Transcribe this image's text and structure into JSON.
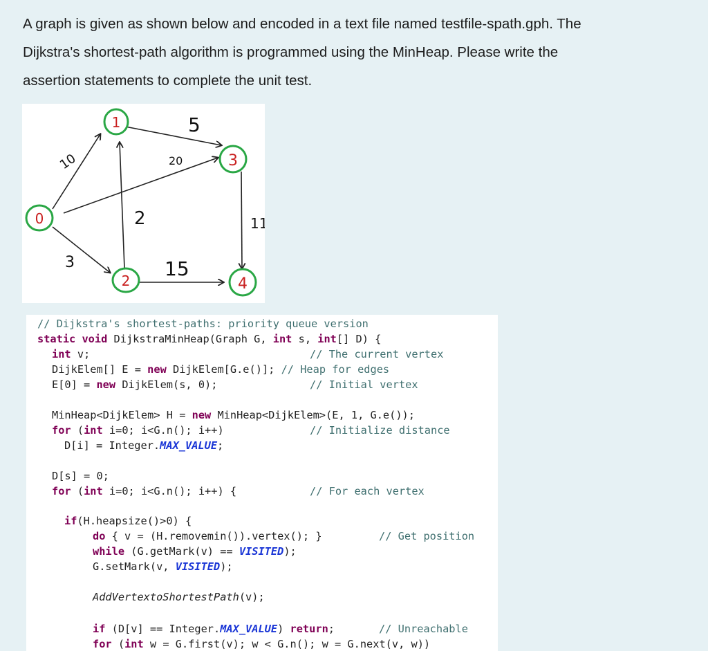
{
  "question": {
    "line1": "A graph is given as shown below and encoded in a text file named testfile-spath.gph. The",
    "line2": "Dijkstra's shortest-path algorithm is programmed using the MinHeap. Please write the",
    "line3": "assertion statements to complete the unit test."
  },
  "graph": {
    "nodes": [
      "0",
      "1",
      "2",
      "3",
      "4"
    ],
    "edge_weights": {
      "e01": "10",
      "e02": "3",
      "e03": "20",
      "e13": "5",
      "e21": "2",
      "e24": "15",
      "e34": "11"
    },
    "colors": {
      "node_stroke": "#2aa745",
      "node_text": "#c92020",
      "edge": "#222222"
    }
  },
  "code": {
    "l1": "// Dijkstra's shortest-paths: priority queue version",
    "l2a": "static void",
    "l2b": " DijkstraMinHeap(Graph G, ",
    "l2c": "int",
    "l2d": " s, ",
    "l2e": "int",
    "l2f": "[] D) {",
    "l3a": "int",
    "l3b": " v;",
    "l3c": "// The current vertex",
    "l4a": "DijkElem[] E = ",
    "l4b": "new",
    "l4c": " DijkElem[G.e()]; ",
    "l4d": "// Heap for edges",
    "l5a": "E[0] = ",
    "l5b": "new",
    "l5c": " DijkElem(s, 0);",
    "l5d": "// Initial vertex",
    "l6a": "MinHeap<DijkElem> H = ",
    "l6b": "new",
    "l6c": " MinHeap<DijkElem>(E, 1, G.e());",
    "l7a": "for",
    "l7b": " (",
    "l7c": "int",
    "l7d": " i=0; i<G.n(); i++)",
    "l7e": "// Initialize distance",
    "l8a": "D[i] = Integer.",
    "l8b": "MAX_VALUE",
    "l8c": ";",
    "l9": "D[s] = 0;",
    "l10a": "for",
    "l10b": " (",
    "l10c": "int",
    "l10d": " i=0; i<G.n(); i++) {",
    "l10e": "// For each vertex",
    "l11a": "if",
    "l11b": "(H.heapsize()>0) {",
    "l12a": "do",
    "l12b": " { v = (H.removemin()).vertex(); }",
    "l12c": "// Get position",
    "l13a": "while",
    "l13b": " (G.getMark(v) == ",
    "l13c": "VISITED",
    "l13d": ");",
    "l14a": "G.setMark(v, ",
    "l14b": "VISITED",
    "l14c": ");",
    "l15a": "AddVertextoShortestPath",
    "l15b": "(v);",
    "l16a": "if",
    "l16b": " (D[v] == Integer.",
    "l16c": "MAX_VALUE",
    "l16d": ") ",
    "l16e": "return",
    "l16f": ";",
    "l16g": "// Unreachable",
    "l17a": "for",
    "l17b": " (",
    "l17c": "int",
    "l17d": " w = G.first(v); w < G.n(); w = G.next(v, w))"
  }
}
